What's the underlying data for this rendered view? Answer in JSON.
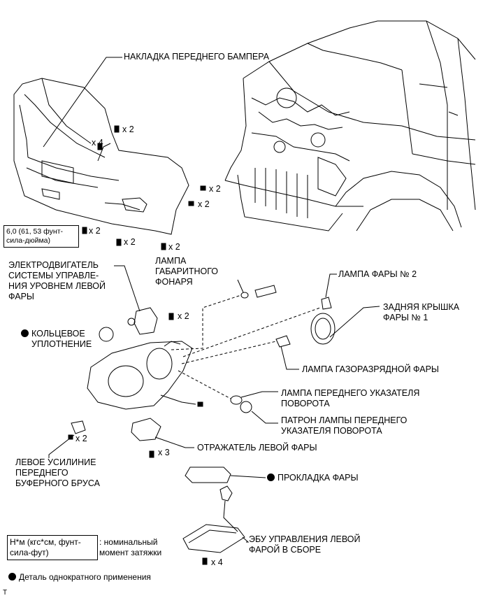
{
  "labels": {
    "bumper_cover": "НАКЛАДКА ПЕРЕДНЕГО БАМПЕРА",
    "leveling_motor": [
      "ЭЛЕКТРОДВИГАТЕЛЬ",
      "СИСТЕМЫ УПРАВЛЕ-",
      "НИЯ УРОВНЕМ ЛЕВОЙ",
      "ФАРЫ"
    ],
    "o_ring": [
      "КОЛЬЦЕВОЕ",
      "УПЛОТНЕНИЕ"
    ],
    "clearance_lamp": [
      "ЛАМПА",
      "ГАБАРИТНОГО",
      "ФОНАРЯ"
    ],
    "headlamp_bulb_2": "ЛАМПА ФАРЫ № 2",
    "rear_cover": [
      "ЗАДНЯЯ КРЫШКА",
      "ФАРЫ № 1"
    ],
    "discharge_bulb": "ЛАМПА ГАЗОРАЗРЯДНОЙ ФАРЫ",
    "turn_bulb": [
      "ЛАМПА ПЕРЕДНЕГО УКАЗАТЕЛЯ",
      "ПОВОРОТА"
    ],
    "turn_socket": [
      "ПАТРОН ЛАМПЫ ПЕРЕДНЕГО",
      "УКАЗАТЕЛЯ ПОВОРОТА"
    ],
    "reflector": "ОТРАЖАТЕЛЬ ЛЕВОЙ ФАРЫ",
    "reinforcement": [
      "ЛЕВОЕ УСИЛИНИЕ",
      "ПЕРЕДНЕГО",
      "БУФЕРНОГО БРУСА"
    ],
    "gasket": "ПРОКЛАДКА ФАРЫ",
    "ecu": [
      "ЭБУ УПРАВЛЕНИЯ ЛЕВОЙ",
      "ФАРОЙ В СБОРЕ"
    ]
  },
  "quantities": {
    "q_x2_top": "x 2",
    "q_x4_top": "x 4",
    "q_x2_r1": "x 2",
    "q_x2_r2": "x 2",
    "q_x2_bl": "x 2",
    "q_x2_b1": "x 2",
    "q_x2_b2": "x 2",
    "q_x2_hl": "x 2",
    "q_x2_reinf": "x 2",
    "q_x3": "x 3",
    "q_x4_ecu": "x 4"
  },
  "torque_box": [
    "6,0 (61, 53 фунт-",
    "сила-дюйма)"
  ],
  "legend": {
    "unit_box": [
      "Н*м (кгс*см, фунт-",
      "сила-фут)"
    ],
    "unit_desc": [
      ": номинальный",
      "момент затяжки"
    ],
    "non_reusable": "Деталь однократного применения"
  },
  "footer_mark": "T"
}
